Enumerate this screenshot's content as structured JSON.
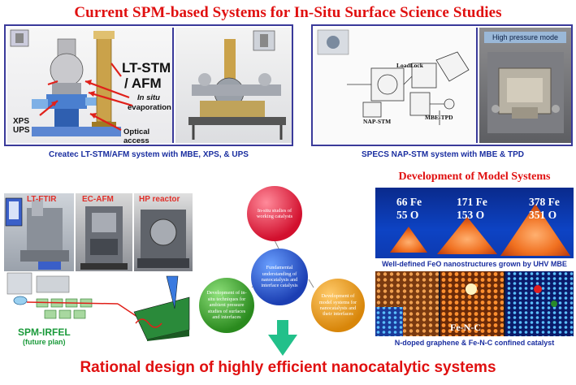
{
  "title": "Current SPM-based Systems for In-Situ Surface Science Studies",
  "createc": {
    "stm_label_line1": "LT-STM",
    "stm_label_line2": "/ AFM",
    "xps": "XPS",
    "ups": "UPS",
    "insitu": "In situ",
    "evaporation": "evaporation",
    "optical": "Optical access",
    "caption": "Createc LT-STM/AFM system with MBE, XPS, & UPS"
  },
  "specs": {
    "loadlock": "LoadLock",
    "napstm": "NAP-STM",
    "mbetpd": "MBE-TPD",
    "high_pressure": "High pressure mode",
    "caption": "SPECS NAP-STM system with MBE & TPD"
  },
  "equipment": {
    "ltftir": "LT-FTIR",
    "ecafm": "EC-AFM",
    "hpreactor": "HP reactor",
    "spm_irfel": "SPM-IRFEL",
    "future": "(future plan)"
  },
  "diagram": {
    "top": "In-situ studies of working catalysts",
    "center": "Fundamental understanding of nanocatalysis and interface catalysis",
    "left": "Development of in-situ techniques for ambient pressure studies of surfaces and interfaces",
    "right": "Development of model systems for nanocatalysts and their interfaces"
  },
  "model_systems": {
    "title": "Development of Model Systems",
    "clusters": [
      {
        "fe": "66 Fe",
        "o": "55 O"
      },
      {
        "fe": "171 Fe",
        "o": "153 O"
      },
      {
        "fe": "378 Fe",
        "o": "351 O"
      }
    ],
    "feo_caption": "Well-defined FeO nanostructures grown by UHV MBE",
    "fenc_label": "Fe-N-C",
    "ndoped_caption": "N-doped graphene & Fe-N-C confined catalyst"
  },
  "bottom_title": "Rational design of highly efficient nanocatalytic systems"
}
